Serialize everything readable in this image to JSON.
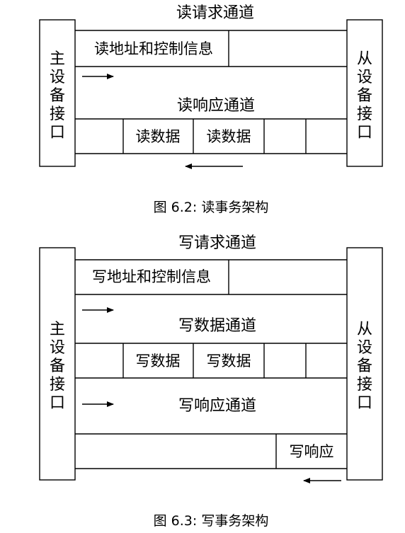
{
  "read_figure": {
    "request_channel_title": "读请求通道",
    "master_interface_label": "主设备接口",
    "slave_interface_label": "从设备接口",
    "address_control_label": "读地址和控制信息",
    "response_channel_title": "读响应通道",
    "data_labels": [
      "读数据",
      "读数据"
    ],
    "caption": "图 6.2: 读事务架构"
  },
  "write_figure": {
    "request_channel_title": "写请求通道",
    "master_interface_label": "主设备接口",
    "slave_interface_label": "从设备接口",
    "address_control_label": "写地址和控制信息",
    "data_channel_title": "写数据通道",
    "data_labels": [
      "写数据",
      "写数据"
    ],
    "response_channel_title": "写响应通道",
    "response_label": "写响应",
    "caption": "图 6.3: 写事务架构"
  }
}
